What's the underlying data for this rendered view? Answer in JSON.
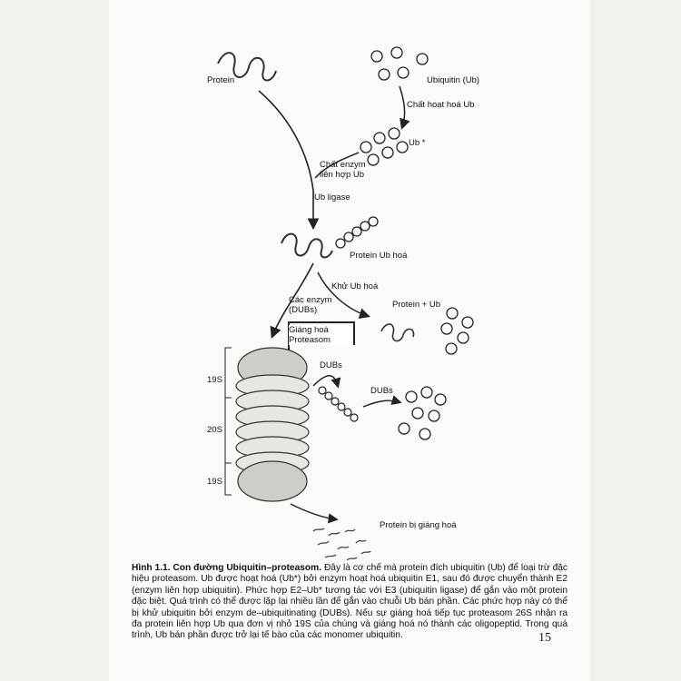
{
  "figure": {
    "labels": {
      "protein": "Protein",
      "ubiquitin": "Ubiquitin (Ub)",
      "activator": "Chất hoạt hoá Ub",
      "ub_star": "Ub *",
      "conjugase": "Chất enzym\nliên hợp Ub",
      "ligase": "Ub ligase",
      "protein_ub": "Protein Ub hoá",
      "deubiquitinate": "Khử Ub hoá",
      "dubs_enzymes": "Các enzym\n(DUBs)",
      "protein_plus_ub": "Protein + Ub",
      "degrade_box": "Giáng hoá\nProteasom",
      "dubs_1": "DUBs",
      "dubs_2": "DUBs",
      "s19_top": "19S",
      "s20": "20S",
      "s19_bottom": "19S",
      "degraded": "Protein bị giáng hoá"
    }
  },
  "caption": {
    "title": "Hình 1.1. Con đường Ubiquitin–proteasom.",
    "text": " Đây là cơ chế mà protein đích ubiquitin (Ub) để loại trừ đặc hiệu proteasom. Ub được hoạt hoá (Ub*) bởi enzym hoạt hoá ubiquitin E1, sau đó được chuyển thành E2 (enzym liên hợp ubiquitin). Phức hợp E2–Ub* tương tác với E3 (ubiquitin ligase) để gắn vào một protein đặc biệt. Quá trình có thể được lặp lại nhiều lần để gắn vào chuỗi Ub bán phần. Các phức hợp này có thể bị khử ubiquitin bởi enzym de–ubiquitinating (DUBs). Nếu sự giáng hoá tiếp tục proteasom 26S nhận ra đa protein liên hợp Ub qua đơn vị nhỏ 19S của chúng và giáng hoá nó thành các oligopeptid. Trong quá trình, Ub bán phần được trở lại tế bào của các monomer ubiquitin."
  },
  "page_number": "15"
}
